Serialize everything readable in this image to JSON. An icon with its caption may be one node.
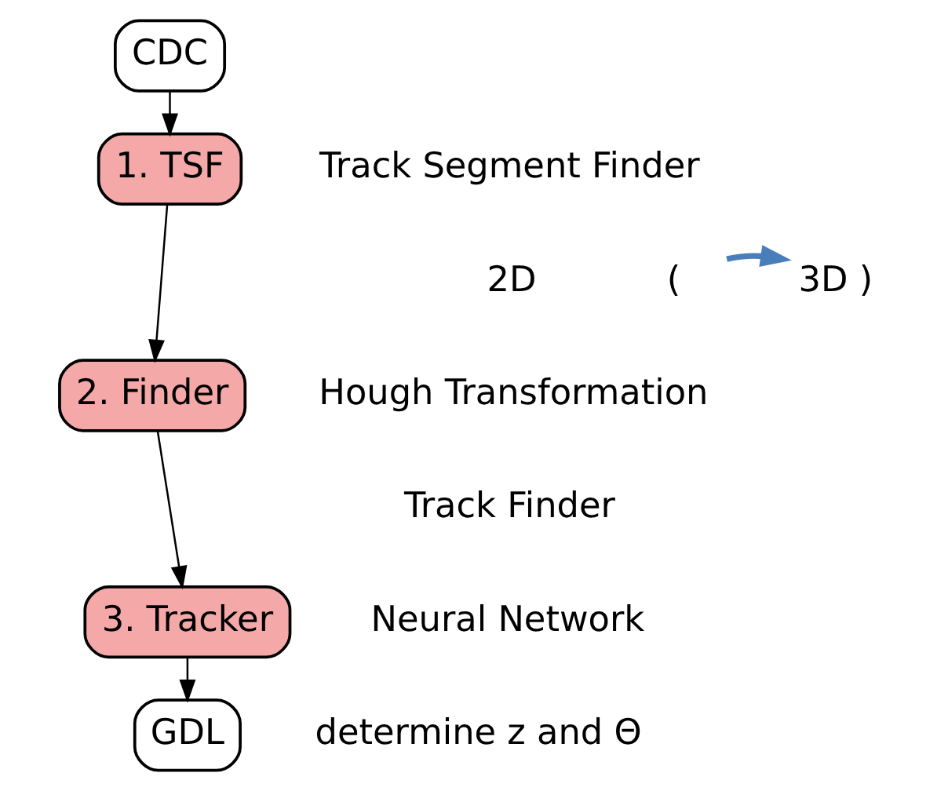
{
  "diagram": {
    "nodes": [
      {
        "text": [
          "CDC"
        ]
      },
      {
        "text": [
          "1. TSF"
        ],
        "beside": [
          "Track Segment Finder"
        ]
      },
      {
        "text": [
          "2. Finder"
        ],
        "beside": [
          "Hough Transformation"
        ]
      },
      {
        "text": [
          "3. Tracker"
        ],
        "beside": [
          "Neural Network"
        ]
      },
      {
        "text": [
          "GDL"
        ]
      },
      {
        "text": [
          "("
        ]
      },
      {
        "text": [
          "3D )"
        ]
      }
    ],
    "edges": [
      {
        "from": 0,
        "to": 1,
        "arrow": "to"
      },
      {
        "from": 1,
        "to": 2,
        "arrow": "to"
      },
      {
        "from": 2,
        "to": 3,
        "arrow": "to"
      },
      {
        "from": 3,
        "to": 4,
        "arrow": "to"
      },
      {
        "from": 5,
        "to": 6,
        "arrow": "to",
        "style": "thick",
        "color": "#4a7ebb"
      }
    ],
    "labels": [
      "2D",
      "Track Finder",
      "determine z and Θ"
    ]
  }
}
